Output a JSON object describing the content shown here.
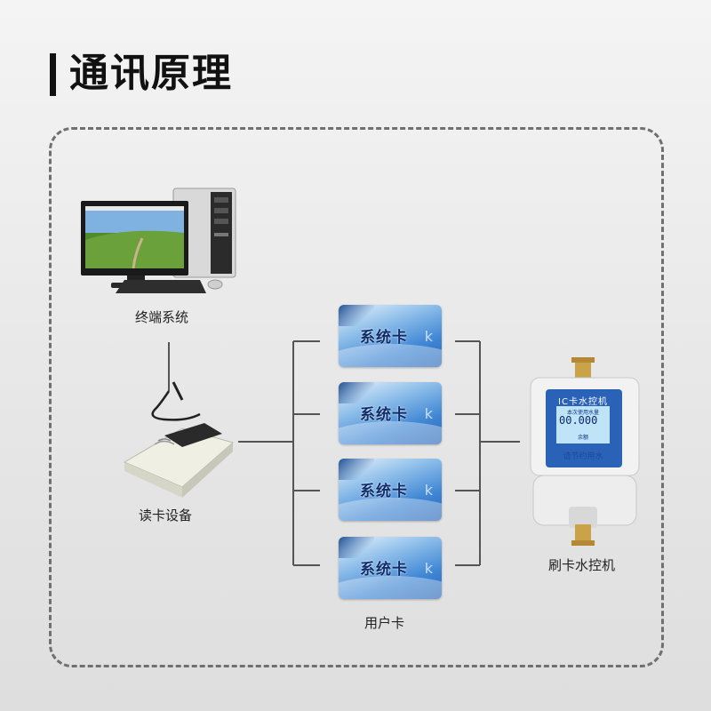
{
  "title": "通讯原理",
  "labels": {
    "terminal": "终端系统",
    "reader": "读卡设备",
    "user_card": "用户卡",
    "controller": "刷卡水控机"
  },
  "cards": [
    {
      "text": "系统卡",
      "mark": "k"
    },
    {
      "text": "系统卡",
      "mark": "k"
    },
    {
      "text": "系统卡",
      "mark": "k"
    },
    {
      "text": "系统卡",
      "mark": "k"
    }
  ],
  "device": {
    "title": "IC卡水控机",
    "screen_line": "本次使用水量",
    "value": "00.000",
    "footer": "余额",
    "slogan": "请节约用水"
  },
  "colors": {
    "line": "#555555",
    "frame": "#707070",
    "device_blue": "#2a62b8"
  }
}
